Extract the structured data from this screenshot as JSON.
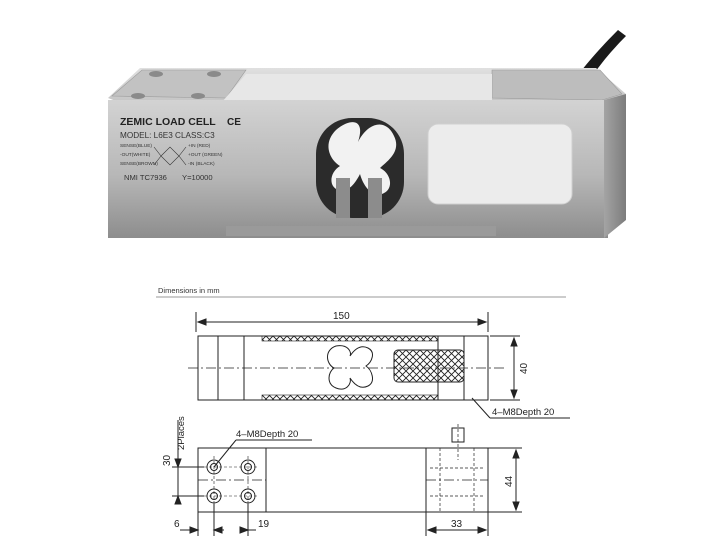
{
  "photo_label": {
    "brand": "ZEMIC  LOAD CELL",
    "ce_mark": "CE",
    "model": "MODEL: L6E3 CLASS:C3",
    "wire_sense_pos": "SENSE(BLUE)",
    "wire_in_pos": "+IN (RED)",
    "wire_out_neg": "-OUT(WHITE)",
    "wire_out_pos": "+OUT (GREEN)",
    "wire_sense_neg": "SENSE(BROWN)",
    "wire_in_neg": "-IN (BLACK)",
    "nmi": "NMI TC7936",
    "y_value": "Y=10000"
  },
  "drawing": {
    "header": "Dimensions in mm",
    "dim_length": "150",
    "dim_height": "40",
    "note_top": "4–M8Depth 20",
    "note_bottom": "4–M8Depth 20",
    "dim_30": "30",
    "places": "2Places",
    "dim_44": "44",
    "dim_6": "6",
    "dim_19": "19",
    "dim_33": "33"
  },
  "colors": {
    "body_metal": "#b9b9b9",
    "pocket": "#e6e6e6",
    "cable": "#1a1a1a",
    "line": "#222222"
  }
}
